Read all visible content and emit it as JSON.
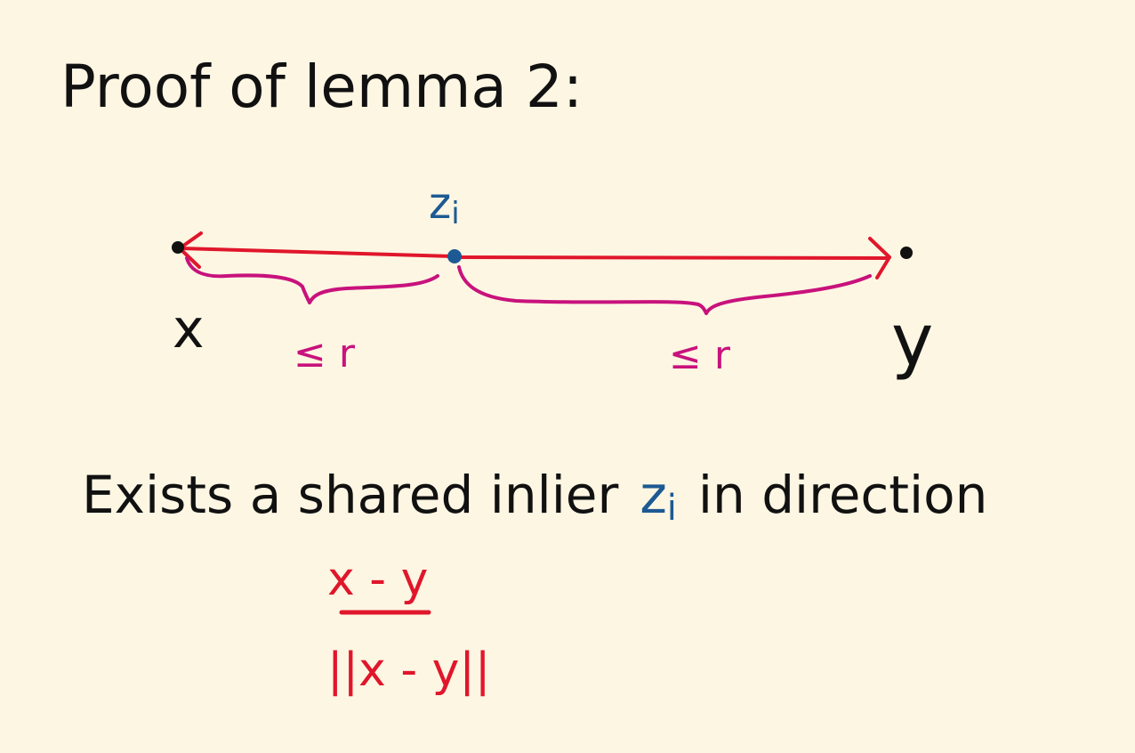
{
  "title": "Proof of lemma 2:",
  "diagram": {
    "point_x_label": "x",
    "point_y_label": "y",
    "midpoint_label": "z",
    "midpoint_subscript": "i",
    "left_brace_label": "≤ r",
    "right_brace_label": "≤ r"
  },
  "statement": {
    "text_before": "Exists a shared inlier",
    "var_main": "z",
    "var_subscript": "i",
    "text_after": "in direction"
  },
  "fraction": {
    "numerator": "x - y",
    "denominator": "||x - y||"
  },
  "colors": {
    "background": "#fdf6e3",
    "ink": "#111111",
    "blue": "#1d5a93",
    "red": "#e0162b",
    "magenta": "#c8127c"
  }
}
